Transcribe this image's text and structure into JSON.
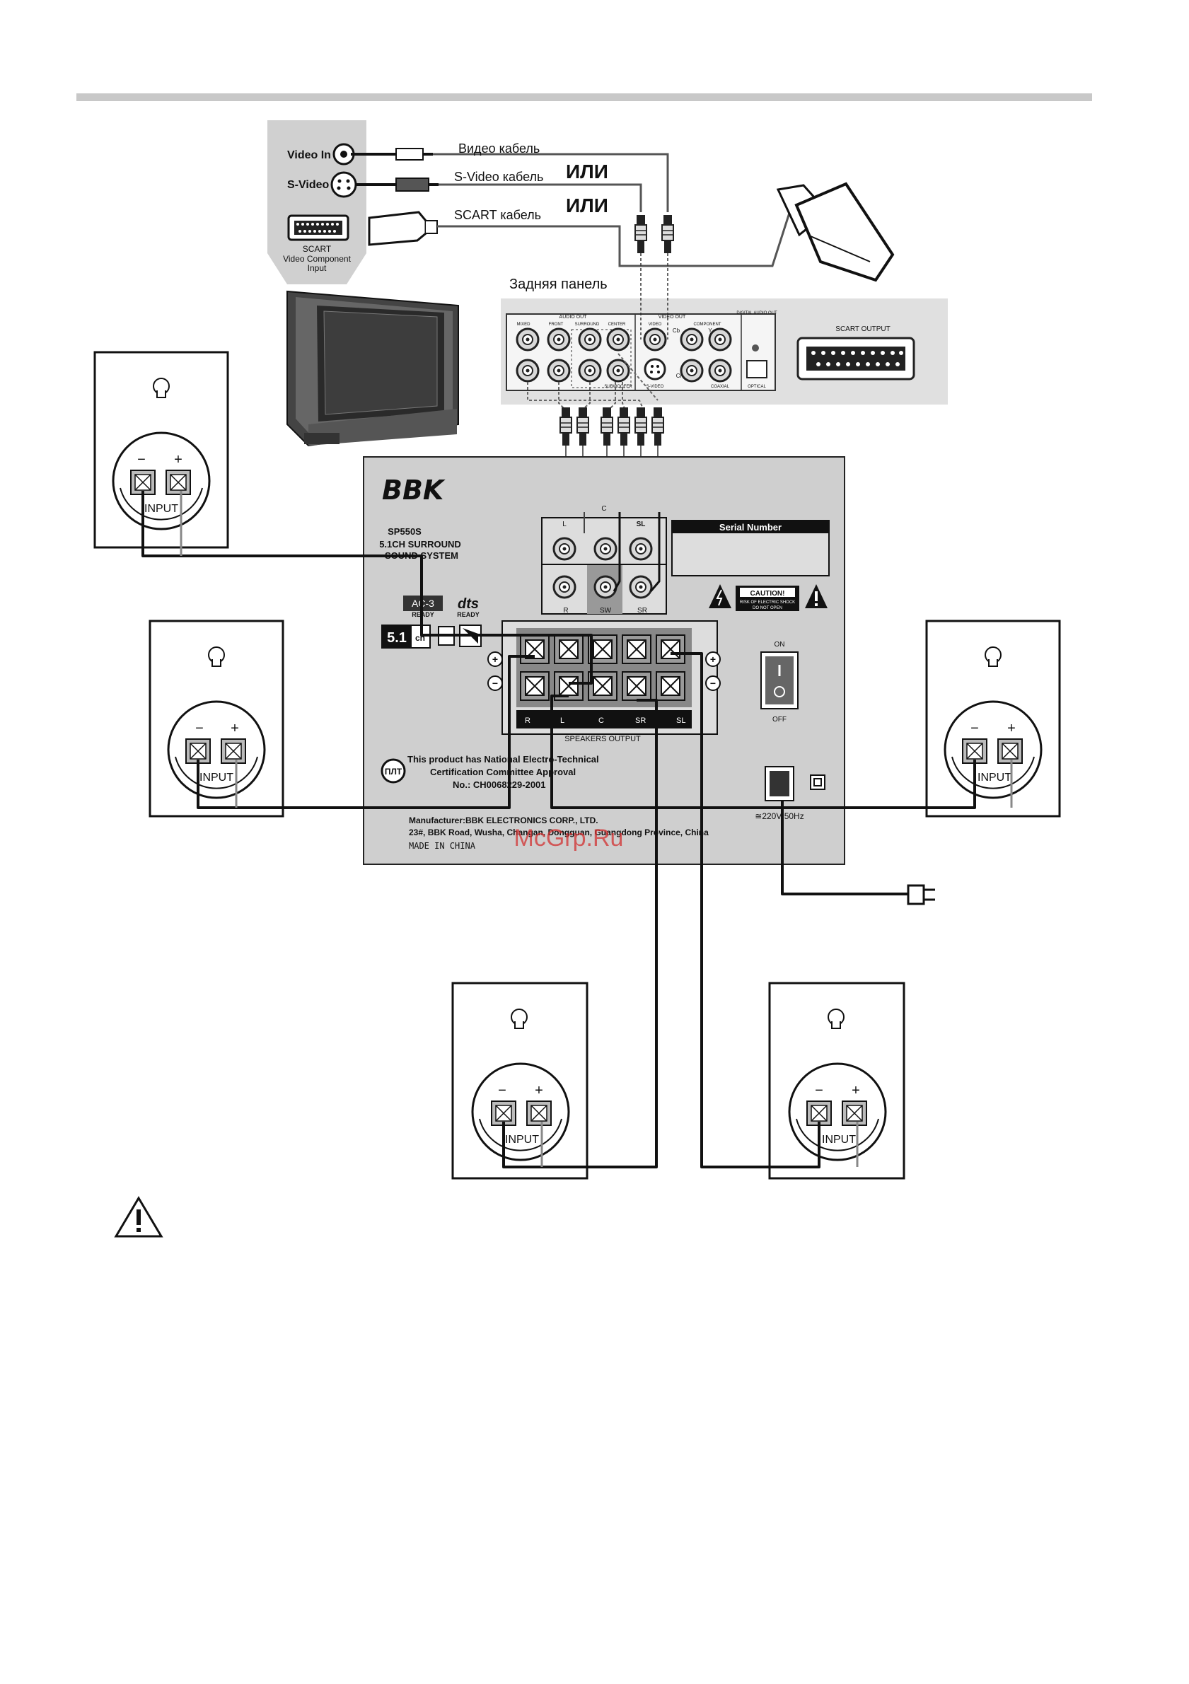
{
  "tv_inputs": {
    "video_in": "Video In",
    "s_video": "S-Video",
    "scart": "SCART",
    "component": "Video Component",
    "component_input": "Input"
  },
  "cables": {
    "video": "Видео кабель",
    "svideo": "S-Video кабель",
    "scart": "SCART кабель",
    "or1": "ИЛИ",
    "or2": "ИЛИ"
  },
  "rear_panel": {
    "title": "Задняя панель",
    "audio_out": "AUDIO OUT",
    "video_out": "VIDEO OUT",
    "digital_audio_out": "DIGITAL AUDIO OUT",
    "mixed": "MIXED",
    "front": "FRONT",
    "surround": "SURROUND",
    "center": "CENTER",
    "subwoofer": "SUBWOOFER",
    "video": "VIDEO",
    "component": "COMPONENT",
    "s_video": "S-VIDEO",
    "coaxial": "COAXIAL",
    "optical": "OPTICAL",
    "scart_output": "SCART OUTPUT",
    "cb": "Cb",
    "cr": "Cr",
    "y": "Y"
  },
  "subwoofer_panel": {
    "brand": "BBK",
    "model": "SP550S",
    "desc1": "5.1CH SURROUND",
    "desc2": "SOUND SYSTEM",
    "ac3": "AC-3",
    "ready": "READY",
    "dts": "dts",
    "dts_ready": "READY",
    "ch51": "5.1",
    "ch": "ch",
    "input_l": "L",
    "input_c": "C",
    "input_sl": "SL",
    "input_r": "R",
    "input_sw": "SW",
    "input_sr": "SR",
    "serial_number": "Serial Number",
    "caution": "CAUTION!",
    "caution_sub1": "RISK OF ELECTRIC SHOCK",
    "caution_sub2": "DO NOT OPEN",
    "speakers_output": "SPEAKERS OUTPUT",
    "out_labels": [
      "R",
      "L",
      "C",
      "SR",
      "SL"
    ],
    "plus": "+",
    "minus": "−",
    "on": "ON",
    "off": "OFF",
    "cert1": "This product has National Electro-Technical",
    "cert2": "Certification Committee Approval",
    "cert3": "No.: CH0068229-2001",
    "mfr1": "Manufacturer:BBK ELECTRONICS CORP., LTD.",
    "mfr2": "23#, BBK Road, Wusha, Changan, Dongguan, Guangdong Province, China",
    "made_in": "MADE  IN  CHINA",
    "power": "≅220V 50Hz"
  },
  "speaker": {
    "minus": "−",
    "plus": "+",
    "input": "INPUT"
  },
  "watermark": "McGrp.Ru"
}
